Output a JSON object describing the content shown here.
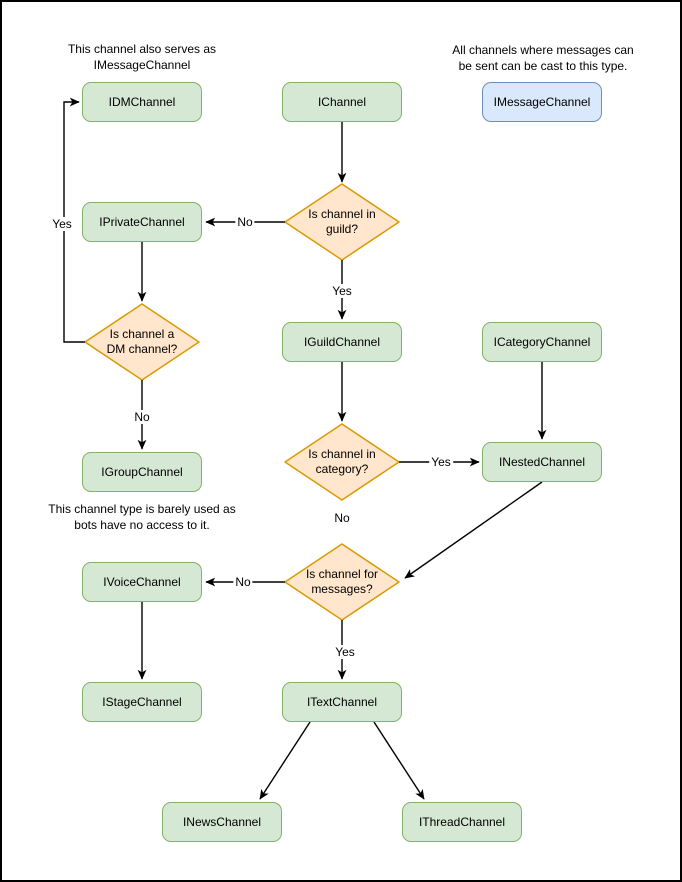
{
  "colors": {
    "background": "#ffffff",
    "frame_border": "#000000",
    "node_fill": "#d5e8d4",
    "node_border": "#82b366",
    "decision_fill": "#ffe6cc",
    "decision_border": "#d79b00",
    "message_fill": "#dae8fc",
    "message_border": "#6c8ebf",
    "edge_color": "#000000",
    "text_color": "#000000"
  },
  "notes": {
    "dm_note": "This channel also serves as\nIMessageChannel",
    "message_note": "All channels where messages can\nbe sent can be cast to this type.",
    "group_note": "This channel type is barely used as\nbots have no access to it."
  },
  "nodes": {
    "idm": {
      "label": "IDMChannel"
    },
    "ichannel": {
      "label": "IChannel"
    },
    "imessage": {
      "label": "IMessageChannel"
    },
    "iprivate": {
      "label": "IPrivateChannel"
    },
    "iguild": {
      "label": "IGuildChannel"
    },
    "icategory": {
      "label": "ICategoryChannel"
    },
    "igroup": {
      "label": "IGroupChannel"
    },
    "inested": {
      "label": "INestedChannel"
    },
    "ivoice": {
      "label": "IVoiceChannel"
    },
    "istage": {
      "label": "IStageChannel"
    },
    "itext": {
      "label": "ITextChannel"
    },
    "inews": {
      "label": "INewsChannel"
    },
    "ithread": {
      "label": "IThreadChannel"
    }
  },
  "decisions": {
    "in_guild": {
      "label": "Is channel in\nguild?"
    },
    "is_dm": {
      "label": "Is channel a\nDM channel?"
    },
    "in_category": {
      "label": "Is channel in\ncategory?"
    },
    "for_messages": {
      "label": "Is channel for\nmessages?"
    }
  },
  "edge_labels": {
    "guild_no": "No",
    "guild_yes": "Yes",
    "dm_yes": "Yes",
    "dm_no": "No",
    "category_yes": "Yes",
    "category_no": "No",
    "messages_no": "No",
    "messages_yes": "Yes"
  }
}
